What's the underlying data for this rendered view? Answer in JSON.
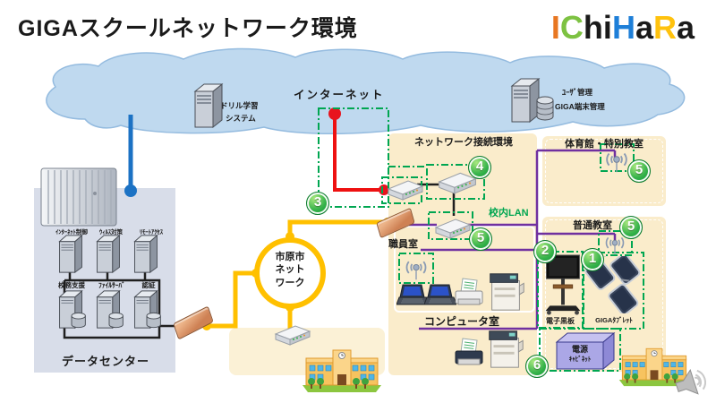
{
  "title": "GIGAスクールネットワーク環境",
  "logo": {
    "l1": "I",
    "l2": "C",
    "l3": "h",
    "l4": "i",
    "l5": "H",
    "l6": "a",
    "l7": "R",
    "l8": "a",
    "colors": {
      "I": "#E87722",
      "C": "#7DC242",
      "H": "#1E7FD8",
      "R": "#FFC20E",
      "others": "#1A1A1A"
    }
  },
  "cloud": {
    "internet": "インターネット",
    "drill": {
      "line1": "ドリル学習",
      "line2": "システム"
    },
    "mgmt": {
      "line1": "ﾕｰｻﾞ管理",
      "line2": "GIGA端末管理"
    }
  },
  "datacenter": {
    "label": "データセンター",
    "row1": [
      "ｲﾝﾀｰﾈｯﾄ制御",
      "ｳｨﾙｽ対策",
      "ﾘﾓｰﾄｱｸｾｽ"
    ],
    "row2": [
      "校務支援",
      "ﾌｧｲﾙｻｰﾊﾞ",
      "認証"
    ]
  },
  "city_network": {
    "line1": "市原市",
    "line2": "ネット",
    "line3": "ワーク"
  },
  "network_env": {
    "title": "ネットワーク接続環境",
    "lan": "校内LAN"
  },
  "rooms": {
    "gym": "体育館・特別教室",
    "classroom": "普通教室",
    "staff": "職員室",
    "computer": "コンピュータ室"
  },
  "equipment": {
    "blackboard": "電子黒板",
    "tablet": "GIGAﾀﾌﾞﾚｯﾄ",
    "power1": "電源",
    "power2": "ｷｬﾋﾞﾈｯﾄ"
  },
  "badges": {
    "n1": "1",
    "n2": "2",
    "n3": "3",
    "n4": "4",
    "n5": "5",
    "n6": "6"
  },
  "colors": {
    "yellow_line": "#FFC000",
    "red_line": "#EE1111",
    "blue_line": "#1C72C4",
    "purple_line": "#7030A0",
    "green_accent": "#00A651",
    "panel_beige": "#FAECCB",
    "datacenter_bg": "#D8DDE9",
    "cloud_fill": "#BFD9EF"
  }
}
